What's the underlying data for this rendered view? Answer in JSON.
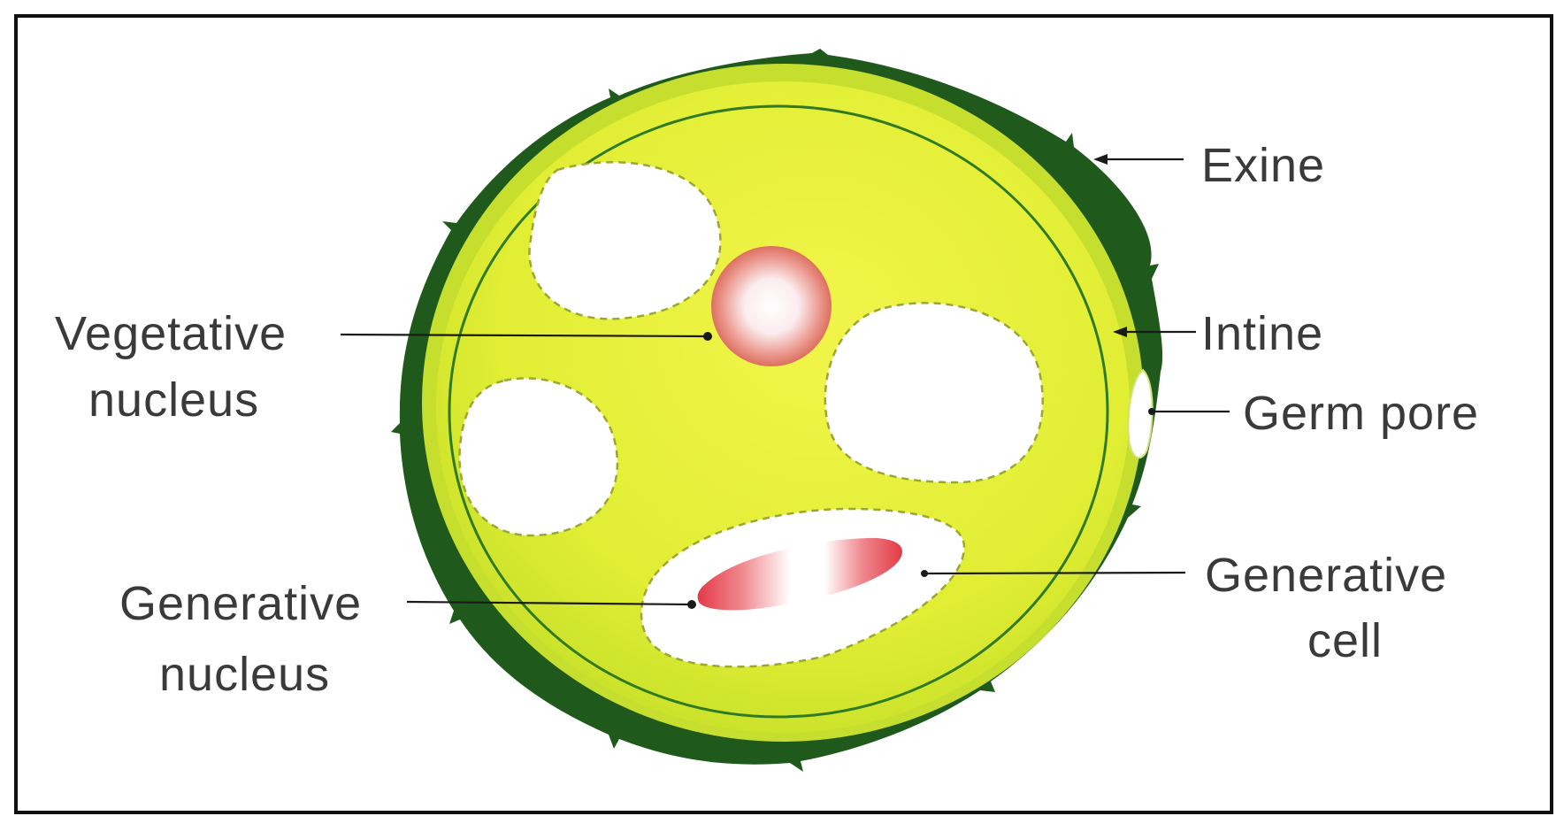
{
  "diagram": {
    "labels": {
      "exine": "Exine",
      "intine": "Intine",
      "germ_pore": "Germ pore",
      "vegetative_line1": "Vegetative",
      "vegetative_line2": "nucleus",
      "generative_cell_line1": "Generative",
      "generative_cell_line2": "cell",
      "generative_nucleus_line1": "Generative",
      "generative_nucleus_line2": "nucleus"
    },
    "colors": {
      "exine": "#1f5a1c",
      "intine": "#c6df2e",
      "cytoplasm": "#e4f03a",
      "intine_line": "#2f7a22",
      "vacuole": "#ffffff",
      "vegetative_nucleus_edge": "#e07a70",
      "generative_nucleus": "#e0404a",
      "frame": "#111111"
    }
  }
}
